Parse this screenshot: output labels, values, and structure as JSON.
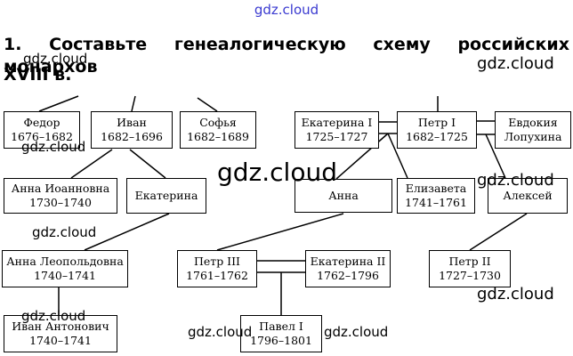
{
  "watermark_top": "gdz.cloud",
  "task": {
    "line1": "1. Составьте генеалогическую схему российских монархов",
    "line2": "XVIII в."
  },
  "watermarks": {
    "w1": "gdz.cloud",
    "w2": "gdz.cloud",
    "w3": "gdz.cloud",
    "w4": "gdz.cloud",
    "w5": "gdz.cloud",
    "w6": "gdz.cloud",
    "w7": "gdz.cloud",
    "w8": "gdz.cloud",
    "w9": "gdz.cloud",
    "w10": "gdz.cloud"
  },
  "people": {
    "fedor": {
      "name": "Федор",
      "years": "1676–1682"
    },
    "ivan": {
      "name": "Иван",
      "years": "1682–1696"
    },
    "sofya": {
      "name": "Софья",
      "years": "1682–1689"
    },
    "ekaterina1": {
      "name": "Екатерина I",
      "years": "1725–1727"
    },
    "petr1": {
      "name": "Петр I",
      "years": "1682–1725"
    },
    "evdokiya": {
      "name": "Евдокия",
      "years": "Лопухина"
    },
    "anna_ioannovna": {
      "name": "Анна Иоанновна",
      "years": "1730–1740"
    },
    "ekaterina": {
      "name": "Екатерина"
    },
    "anna": {
      "name": "Анна"
    },
    "elizaveta": {
      "name": "Елизавета",
      "years": "1741–1761"
    },
    "aleksey": {
      "name": "Алексей"
    },
    "anna_leopoldovna": {
      "name": "Анна Леопольдовна",
      "years": "1740–1741"
    },
    "petr3": {
      "name": "Петр III",
      "years": "1761–1762"
    },
    "ekaterina2": {
      "name": "Екатерина II",
      "years": "1762–1796"
    },
    "petr2": {
      "name": "Петр II",
      "years": "1727–1730"
    },
    "ivan_antonovich": {
      "name": "Иван Антонович",
      "years": "1740–1741"
    },
    "pavel1": {
      "name": "Павел I",
      "years": "1796–1801"
    }
  }
}
